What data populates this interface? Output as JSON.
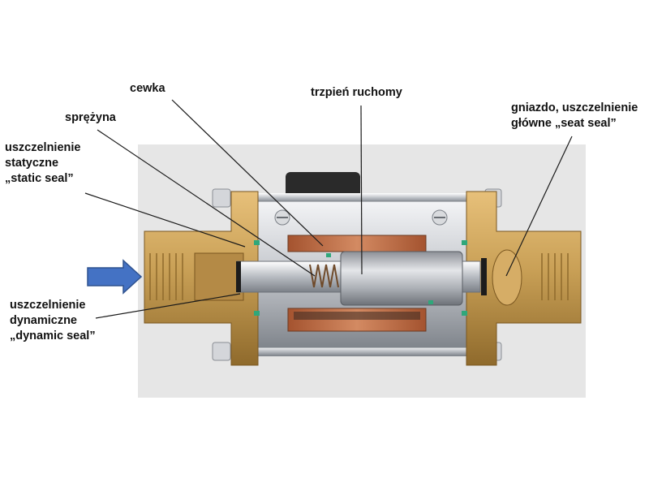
{
  "labels": {
    "cewka": "cewka",
    "trzpien": "trzpień ruchomy",
    "sprezyna": "sprężyna",
    "gniazdo_1": "gniazdo, uszczelnienie",
    "gniazdo_2": "główne „seat seal”",
    "static_1": "uszczelnienie",
    "static_2": "statyczne",
    "static_3": "„static seal”",
    "dynamic_1": "uszczelnienie",
    "dynamic_2": "dynamiczne",
    "dynamic_3": "„dynamic seal”"
  },
  "colors": {
    "flow_arrow": "#4472c4",
    "brass": "#c9a056",
    "steel": "#c4c7cc",
    "copper": "#b8643c",
    "seal_green": "#2fa77a",
    "photo_bg": "#e6e6e6"
  },
  "icons": {
    "flow": "arrow-right-icon"
  }
}
